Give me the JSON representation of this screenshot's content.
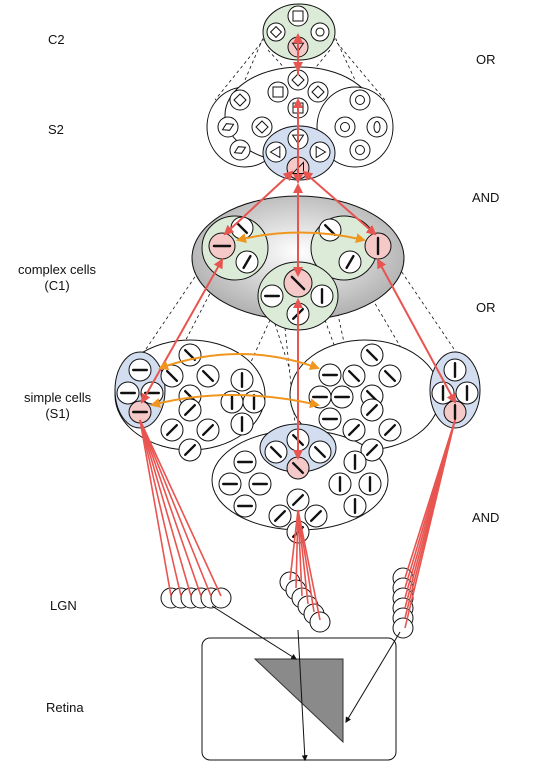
{
  "levels": {
    "c2": "C2",
    "s2": "S2",
    "c1_line1": "complex cells",
    "c1_line2": "(C1)",
    "s1_line1": "simple cells",
    "s1_line2": "(S1)",
    "lgn": "LGN",
    "retina": "Retina"
  },
  "operations": {
    "op_top": "OR",
    "op_s2_c1": "AND",
    "op_c1": "OR",
    "op_s1": "AND"
  },
  "colors": {
    "red_arrow": "#e8544f",
    "orange_arrow": "#f0961e",
    "pink_cell": "#f6c9c9",
    "green_group": "#dcebd8",
    "blue_group": "#d2ddf0",
    "grey_group": "#bdbdbd",
    "retina_triangle": "#8a8a8a"
  },
  "icons": {
    "shape_cells": [
      "diamond-icon",
      "square-icon",
      "circle-icon",
      "triangle-icon",
      "ellipse-icon"
    ],
    "orientation_cells": [
      "horizontal-bar-icon",
      "vertical-bar-icon",
      "diagonal-bar-icon"
    ]
  }
}
